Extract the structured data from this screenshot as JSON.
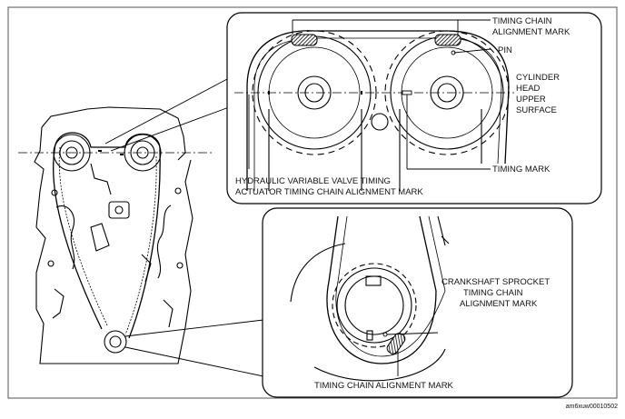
{
  "diagram": {
    "labels": {
      "timing_chain_alignment_mark_top_line1": "TIMING CHAIN",
      "timing_chain_alignment_mark_top_line2": "ALIGNMENT MARK",
      "pin": "PIN",
      "cylinder_head_line1": "CYLINDER",
      "cylinder_head_line2": "HEAD",
      "cylinder_head_line3": "UPPER",
      "cylinder_head_line4": "SURFACE",
      "timing_mark": "TIMING MARK",
      "hydraulic_line1": "HYDRAULIC VARIABLE VALVE TIMING",
      "hydraulic_line2": "ACTUATOR TIMING CHAIN ALIGNMENT MARK",
      "crankshaft_line1": "CRANKSHAFT SPROCKET",
      "crankshaft_line2": "TIMING CHAIN",
      "crankshaft_line3": "ALIGNMENT MARK",
      "timing_chain_alignment_mark_bottom": "TIMING CHAIN ALIGNMENT MARK"
    },
    "figure_code": "am6xuw00010502"
  }
}
